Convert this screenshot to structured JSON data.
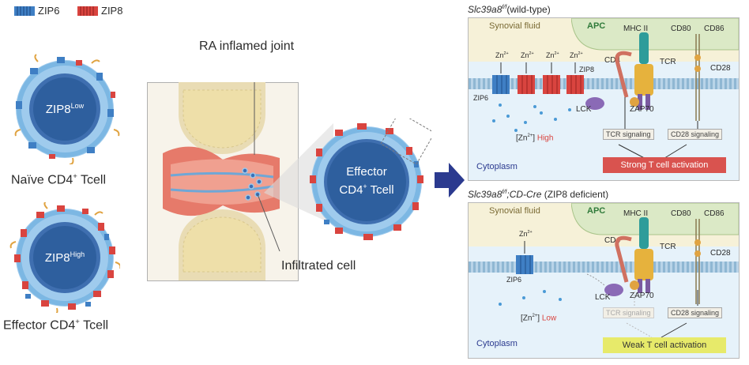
{
  "legend": {
    "zip6": "ZIP6",
    "zip8": "ZIP8"
  },
  "left": {
    "naive": {
      "cell_label_main": "ZIP8",
      "cell_label_sup": "Low",
      "caption_main": "Naïve CD4",
      "caption_sup": "+",
      "caption_tail": " Tcell"
    },
    "effector": {
      "cell_label_main": "ZIP8",
      "cell_label_sup": "High",
      "caption_main": "Effector CD4",
      "caption_sup": "+",
      "caption_tail": " Tcell"
    }
  },
  "joint": {
    "title": "RA inflamed joint",
    "infiltrated": "Infiltrated cell"
  },
  "effector_center": {
    "line1": "Effector",
    "line2_main": "CD4",
    "line2_sup": "+",
    "line2_tail": " Tcell"
  },
  "top_panel": {
    "title_gene": "Slc39a8",
    "title_sup": "f/f",
    "title_tail": "(wild-type)",
    "synovial": "Synovial fluid",
    "apc": "APC",
    "mhc": "MHC II",
    "cd80": "CD80",
    "cd86": "CD86",
    "cd4": "CD4",
    "tcr": "TCR",
    "cd28": "CD28",
    "zn_main": "Zn",
    "zn_sup": "2+",
    "zip8": "ZIP8",
    "zip6": "ZIP6",
    "lck": "LCK",
    "zap70": "ZAP70",
    "zn_level_main": "[Zn",
    "zn_level_sup": "2+",
    "zn_level_tail": "]",
    "zn_level_word": "High",
    "tcr_signaling": "TCR signaling",
    "cd28_signaling": "CD28 signaling",
    "cytoplasm": "Cytoplasm",
    "activation": "Strong T cell activation"
  },
  "bottom_panel": {
    "title_gene": "Slc39a8",
    "title_sup": "f/f",
    "title_gene2": ";CD-Cre",
    "title_tail": " (ZIP8 deficient)",
    "synovial": "Synovial fluid",
    "apc": "APC",
    "mhc": "MHC II",
    "cd80": "CD80",
    "cd86": "CD86",
    "cd4": "CD4",
    "tcr": "TCR",
    "cd28": "CD28",
    "zn_main": "Zn",
    "zn_sup": "2+",
    "zip6": "ZIP6",
    "lck": "LCK",
    "zap70": "ZAP70",
    "zn_level_main": "[Zn",
    "zn_level_sup": "2+",
    "zn_level_tail": "]",
    "zn_level_word": "Low",
    "tcr_signaling": "TCR signaling",
    "cd28_signaling": "CD28 signaling",
    "cytoplasm": "Cytoplasm",
    "activation": "Weak T cell activation"
  },
  "colors": {
    "zip6": "#3f7fc4",
    "zip8": "#d9443f",
    "strong": "#d9534f",
    "weak": "#e7ea6a",
    "cell_outer": "#7cb7e3",
    "cell_inner": "#2e5f9e",
    "arrow": "#2b3a8f"
  }
}
